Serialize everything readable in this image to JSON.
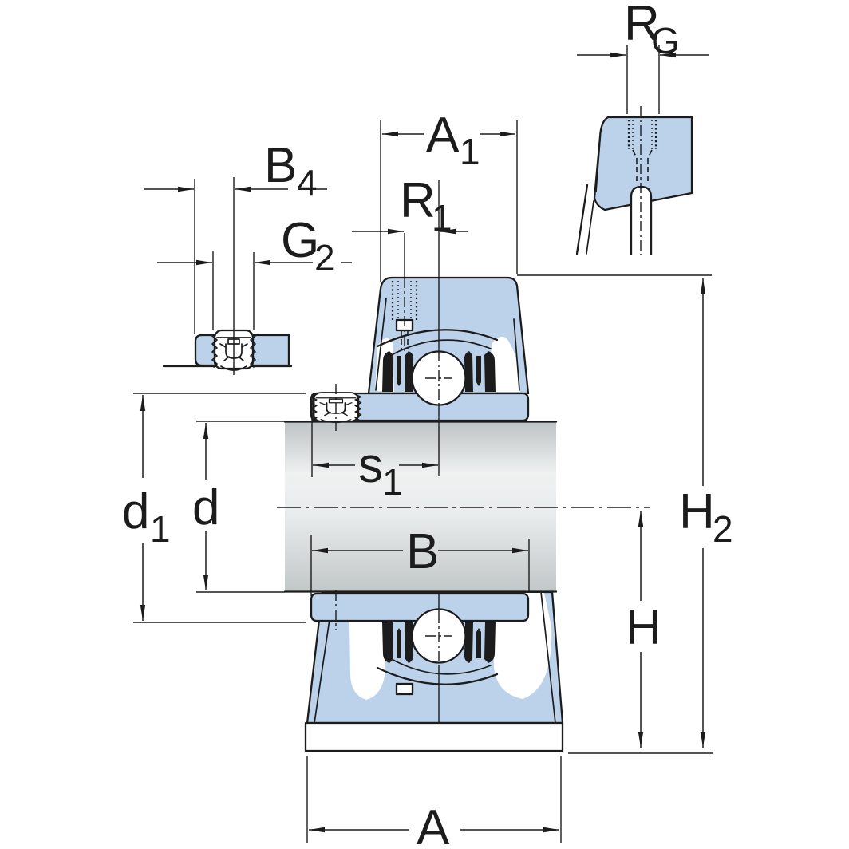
{
  "drawing": {
    "labels": {
      "b4": {
        "main": "B",
        "sub": "4"
      },
      "g2": {
        "main": "G",
        "sub": "2"
      },
      "a1": {
        "main": "A",
        "sub": "1"
      },
      "r1": {
        "main": "R",
        "sub": "1"
      },
      "rg": {
        "main": "R",
        "sub": "G"
      },
      "s1": {
        "main": "s",
        "sub": "1"
      },
      "d1": {
        "main": "d",
        "sub": "1"
      },
      "d": {
        "main": "d",
        "sub": ""
      },
      "b": {
        "main": "B",
        "sub": ""
      },
      "h2": {
        "main": "H",
        "sub": "2"
      },
      "h": {
        "main": "H",
        "sub": ""
      },
      "a": {
        "main": "A",
        "sub": ""
      }
    },
    "colors": {
      "line": "#1c1c1c",
      "part_fill": "#bcd1ea",
      "background": "#ffffff",
      "shaft_edge": "#bfc5c7",
      "shaft_mid": "#eff1f1"
    }
  }
}
